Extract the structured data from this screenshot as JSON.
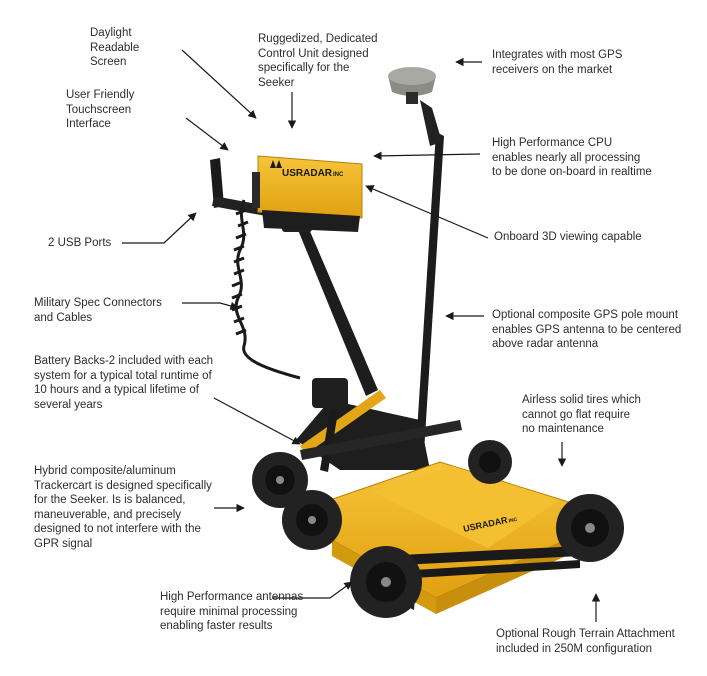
{
  "colors": {
    "yellow": "#f2b51c",
    "yellow_dark": "#c98e10",
    "black": "#1a1a1a",
    "tire": "#222222",
    "text": "#2d2d2d"
  },
  "brand": {
    "name_a": "US",
    "name_b": "RADAR",
    "name_c": "INC"
  },
  "callouts": {
    "daylight": "Daylight\nReadable\nScreen",
    "rugged": "Ruggedized, Dedicated\nControl Unit designed\nspecifically for the\nSeeker",
    "gps_receivers": "Integrates with most GPS\nreceivers on the market",
    "touch": "User Friendly\nTouchscreen\nInterface",
    "cpu": "High Performance CPU\nenables nearly all processing\nto be done on-board in realtime",
    "usb": "2 USB Ports",
    "onboard3d": "Onboard 3D viewing capable",
    "military": "Military Spec Connectors\nand Cables",
    "gps_pole": "Optional composite GPS pole mount\nenables GPS antenna to be centered\nabove radar antenna",
    "battery": "Battery Backs-2 included with each\nsystem for a typical total runtime of\n10 hours and a typical lifetime of\nseveral years",
    "tires": "Airless solid tires which\ncannot go flat require\nno maintenance",
    "cart": "Hybrid composite/aluminum\nTrackercart is designed specifically\nfor the Seeker. Is is balanced,\nmaneuverable, and precisely\ndesigned to not interfere with the\nGPR signal",
    "antennas": "High Performance antennas\nrequire minimal processing\nenabling faster results",
    "rough": "Optional Rough Terrain Attachment\nincluded in 250M configuration"
  }
}
